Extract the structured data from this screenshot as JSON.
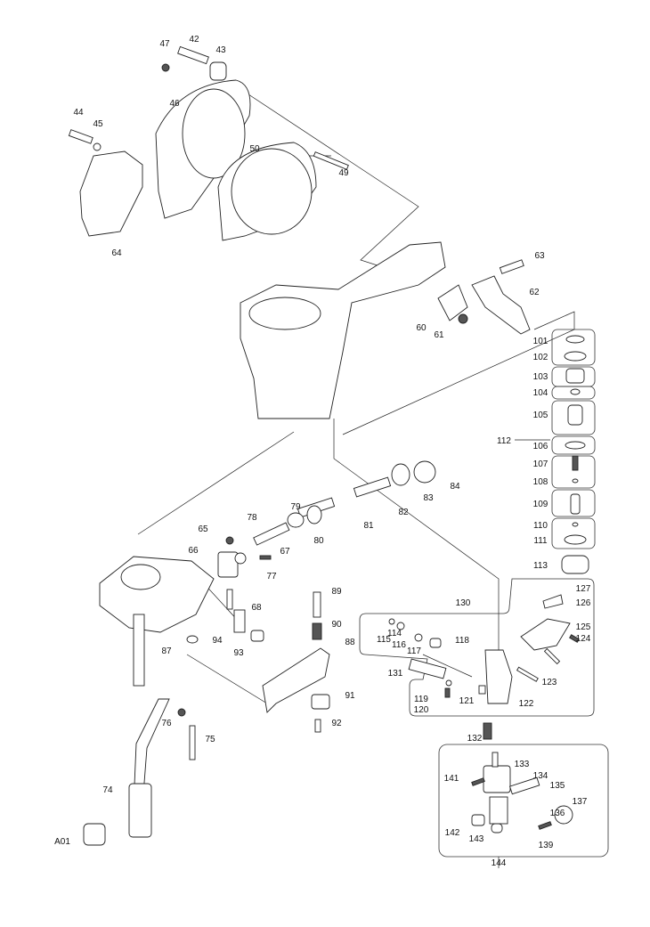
{
  "diagram": {
    "type": "exploded parts diagram",
    "part_labels": [
      "47",
      "42",
      "43",
      "44",
      "45",
      "46",
      "50",
      "49",
      "64",
      "63",
      "62",
      "60",
      "61",
      "101",
      "102",
      "103",
      "104",
      "105",
      "106",
      "107",
      "108",
      "109",
      "110",
      "111",
      "112",
      "113",
      "84",
      "83",
      "82",
      "81",
      "80",
      "79",
      "78",
      "65",
      "66",
      "67",
      "77",
      "68",
      "89",
      "90",
      "88",
      "94",
      "93",
      "87",
      "91",
      "92",
      "76",
      "75",
      "74",
      "A01",
      "130",
      "127",
      "126",
      "125",
      "124",
      "123",
      "122",
      "121",
      "118",
      "114",
      "115",
      "116",
      "117",
      "131",
      "119",
      "120",
      "132",
      "133",
      "134",
      "135",
      "136",
      "137",
      "139",
      "141",
      "142",
      "143",
      "144"
    ]
  }
}
